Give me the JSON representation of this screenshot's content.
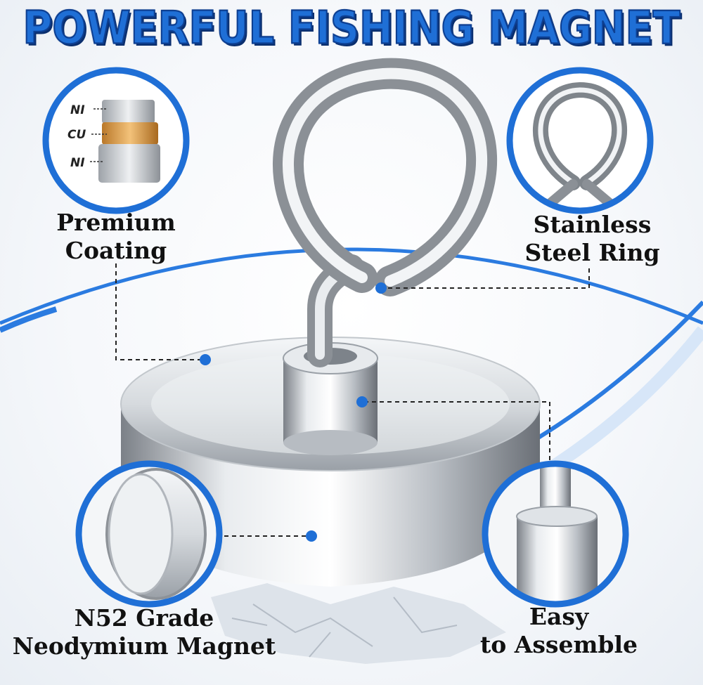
{
  "headline": "POWERFUL FISHING MAGNET",
  "features": {
    "coating": {
      "line1": "Premium",
      "line2": "Coating"
    },
    "ring": {
      "line1": "Stainless",
      "line2": "Steel Ring"
    },
    "magnet": {
      "line1": "N52 Grade",
      "line2": "Neodymium Magnet"
    },
    "assemble": {
      "line1": "Easy",
      "line2": "to Assemble"
    }
  },
  "layers": [
    "NI",
    "CU",
    "NI"
  ],
  "colors": {
    "accent": "#1f6fd6",
    "accent_dark": "#0d3f92",
    "copper": "#d9a24e"
  }
}
